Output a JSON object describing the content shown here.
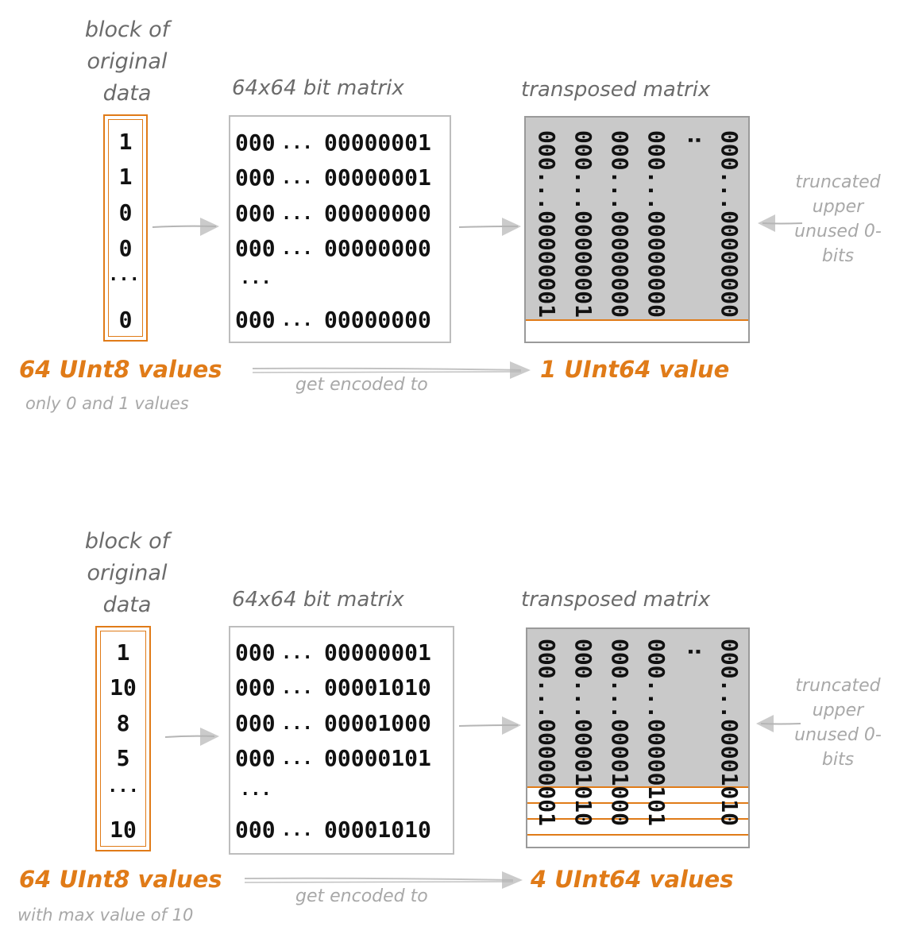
{
  "diagrams": [
    {
      "block_label": "block of original data",
      "matrix_label": "64x64 bit matrix",
      "transposed_label": "transposed matrix",
      "column_values": [
        "1",
        "1",
        "0",
        "0",
        "...",
        "0"
      ],
      "matrix_rows": [
        {
          "prefix": "000",
          "dots": "...",
          "bits": "00000001"
        },
        {
          "prefix": "000",
          "dots": "...",
          "bits": "00000001"
        },
        {
          "prefix": "000",
          "dots": "...",
          "bits": "00000000"
        },
        {
          "prefix": "000",
          "dots": "...",
          "bits": "00000000"
        },
        {
          "prefix": "",
          "dots": "...",
          "bits": ""
        },
        {
          "prefix": "000",
          "dots": "...",
          "bits": "00000000"
        }
      ],
      "transposed_columns": [
        "000...00000001",
        "000...00000001",
        "000...00000000",
        "000...00000000",
        ":",
        "000...00000000"
      ],
      "truncated_note": "truncated upper unused 0-bits",
      "input_summary": "64 UInt8 values",
      "input_note": "only 0 and 1 values",
      "encode_label": "get encoded to",
      "output_summary": "1 UInt64 value",
      "highlight_rows": 1
    },
    {
      "block_label": "block of original data",
      "matrix_label": "64x64 bit matrix",
      "transposed_label": "transposed matrix",
      "column_values": [
        "1",
        "10",
        "8",
        "5",
        "...",
        "10"
      ],
      "matrix_rows": [
        {
          "prefix": "000",
          "dots": "...",
          "bits": "00000001"
        },
        {
          "prefix": "000",
          "dots": "...",
          "bits": "00001010"
        },
        {
          "prefix": "000",
          "dots": "...",
          "bits": "00001000"
        },
        {
          "prefix": "000",
          "dots": "...",
          "bits": "00000101"
        },
        {
          "prefix": "",
          "dots": "...",
          "bits": ""
        },
        {
          "prefix": "000",
          "dots": "...",
          "bits": "00001010"
        }
      ],
      "transposed_columns": [
        "000...00000001",
        "000...00001010",
        "000...00001000",
        "000...00000101",
        ":",
        "000...00001010"
      ],
      "truncated_note": "truncated upper unused 0-bits",
      "input_summary": "64 UInt8 values",
      "input_note": "with max value of 10",
      "encode_label": "get encoded to",
      "output_summary": "4 UInt64 values",
      "highlight_rows": 4
    }
  ],
  "colors": {
    "accent": "#e07b18",
    "matrix_fill": "#c9c9c9",
    "line_gray": "#bdbdbd",
    "text_gray": "#6b6b6b"
  }
}
